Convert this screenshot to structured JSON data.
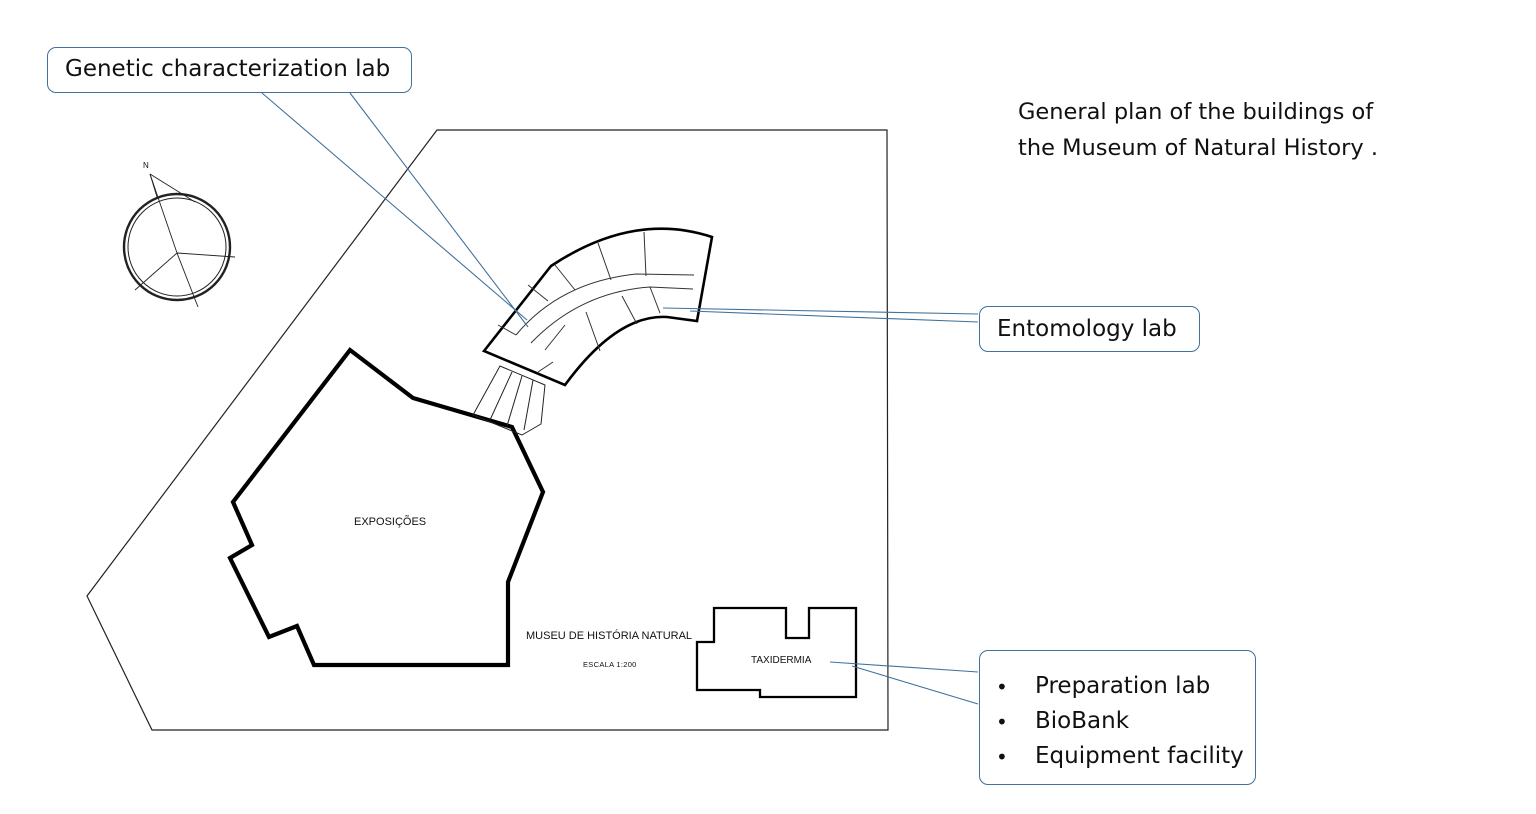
{
  "title": "General plan of the buildings of\nthe Museum of Natural History .",
  "plan": {
    "north_label": "N",
    "exhibitions_label": "EXPOSIÇÕES",
    "museum_name": "MUSEU DE HISTÓRIA NATURAL",
    "scale_label": "ESCALA  1:200",
    "taxidermy_label": "TAXIDERMIA"
  },
  "callouts": {
    "genetic": "Genetic characterization lab",
    "entomology": "Entomology lab",
    "taxidermy_items": [
      "Preparation lab",
      "BioBank",
      "Equipment facility"
    ]
  },
  "bullet_symbol": "•",
  "colors": {
    "callout_border": "#41719c",
    "leader_line": "#41719c",
    "plan_line": "#111111"
  }
}
